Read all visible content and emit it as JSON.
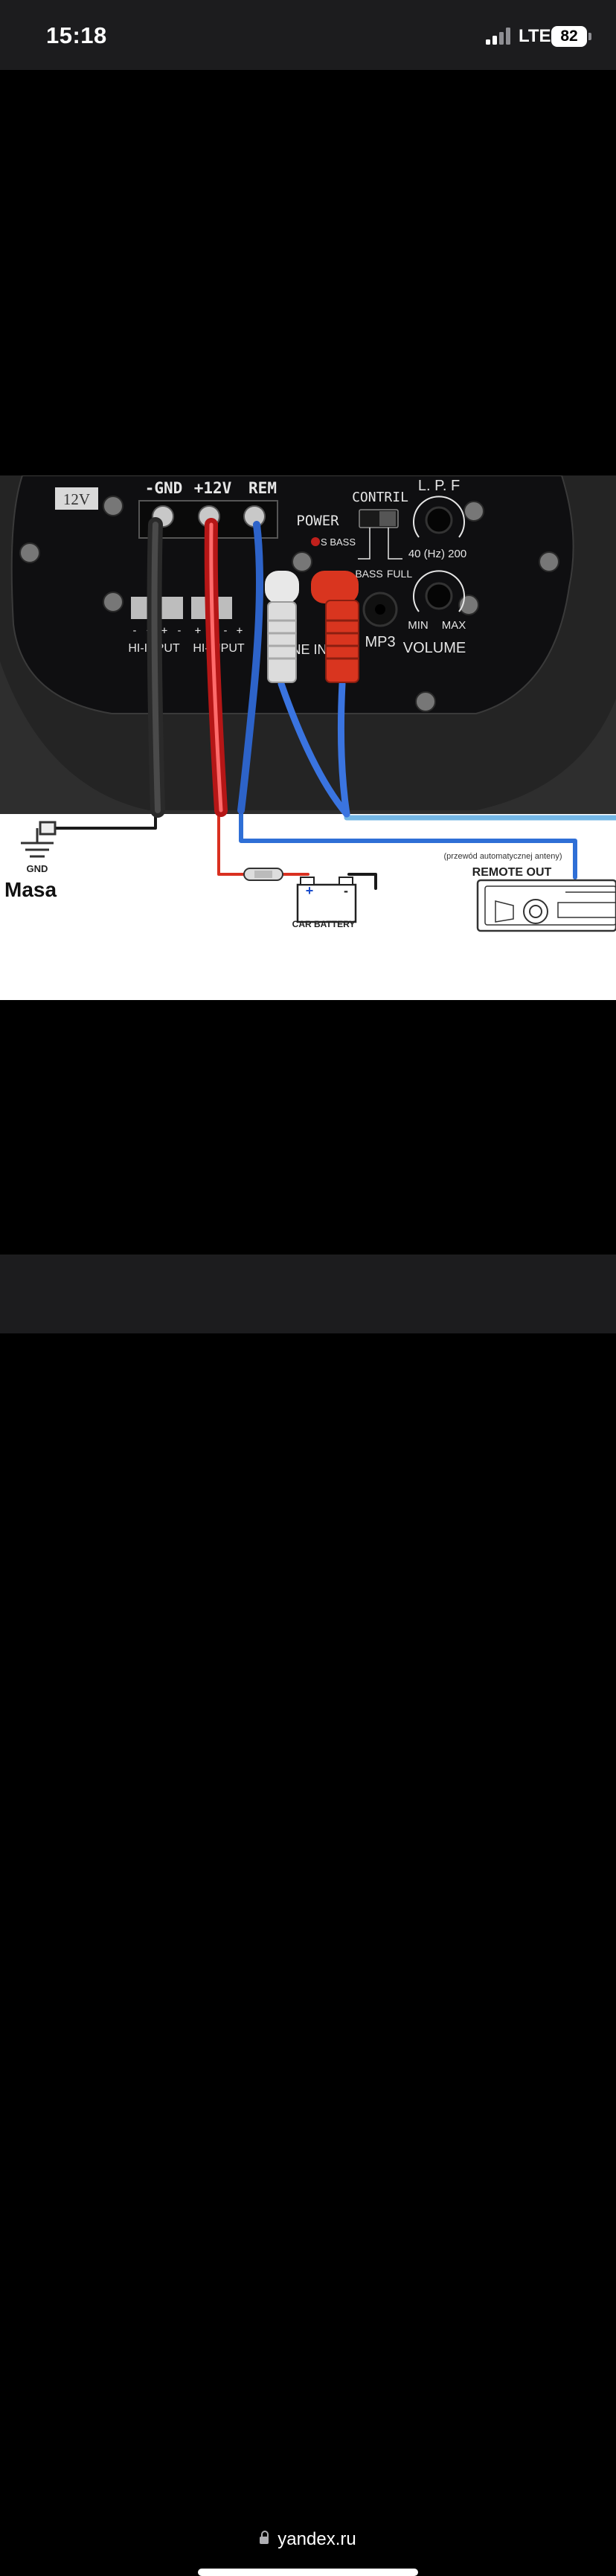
{
  "status_bar": {
    "time": "15:18",
    "network": "LTE",
    "battery": "82"
  },
  "browser": {
    "url": "yandex.ru"
  },
  "image": {
    "panel_badge": "12V",
    "terminal_labels": {
      "gnd": "-GND",
      "v12": "+12V",
      "rem": "REM"
    },
    "power_label": "POWER",
    "contril_label": "CONTRIL",
    "s_bass": "S BASS",
    "bass": "BASS",
    "full": "FULL",
    "lpf_label": "L. P. F",
    "hz_label": "40 (Hz) 200",
    "min": "MIN",
    "max": "MAX",
    "mp3": "MP3",
    "volume": "VOLUME",
    "hi_input_left": "HI-INPUT",
    "hi_input_right": "HI-INPUT",
    "line_in": "LINE IN",
    "polarity": [
      "-",
      "+",
      "+",
      "-",
      "+",
      "-",
      "-",
      "+"
    ],
    "gnd": "GND",
    "masa": "Masa",
    "car_battery": "CAR BATTERY",
    "antenna_note": "(przewód automatycznej anteny)",
    "remote_out": "REMOTE OUT",
    "plus": "+",
    "minus": "-"
  }
}
